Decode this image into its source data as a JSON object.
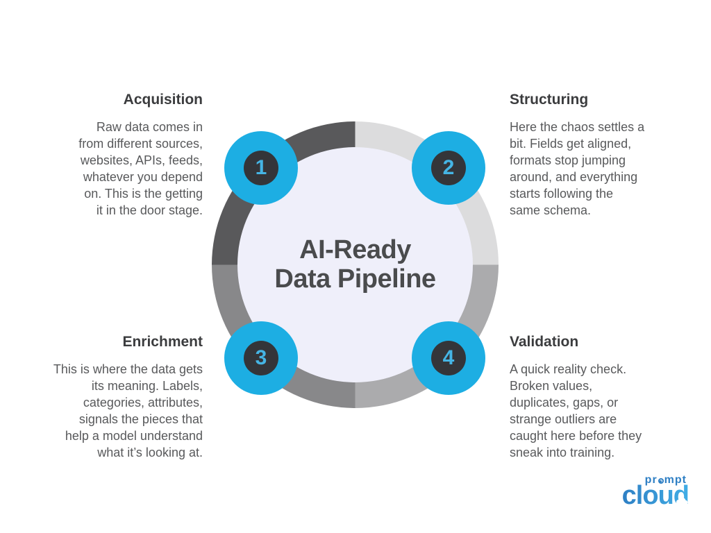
{
  "colors": {
    "accent_cyan": "#1daee3",
    "badge_inner": "#343539",
    "badge_number": "#45b5e5",
    "ring_top_left": "#59595b",
    "ring_top_right": "#dcdcdd",
    "ring_bottom_right": "#ababad",
    "ring_bottom_left": "#88888a",
    "center_fill": "#efeffa",
    "title_text": "#4a4b4d",
    "heading_text": "#3b3c3e",
    "body_text": "#58595b",
    "logo_blue_dark": "#2e7fc4",
    "logo_blue_light": "#41aee6",
    "bg": "#ffffff"
  },
  "diagram": {
    "title": "AI-Ready\nData Pipeline",
    "stages": [
      {
        "number": "1",
        "title": "Acquisition",
        "body": "Raw data comes in\nfrom different sources,\nwebsites, APIs, feeds,\nwhatever you depend\non. This is the getting\nit in the door stage."
      },
      {
        "number": "2",
        "title": "Structuring",
        "body": "Here the chaos settles a\nbit. Fields get aligned,\nformats stop jumping\naround, and everything\nstarts following the\nsame schema."
      },
      {
        "number": "3",
        "title": "Enrichment",
        "body": "This is where the data gets\nits meaning. Labels,\ncategories, attributes,\nsignals the pieces that\nhelp a model understand\nwhat it’s looking at."
      },
      {
        "number": "4",
        "title": "Validation",
        "body": "A quick reality check.\nBroken values,\nduplicates, gaps, or\nstrange outliers are\ncaught here before they\nsneak into training."
      }
    ]
  },
  "logo": {
    "prompt_pre": "pr",
    "prompt_post": "mpt",
    "cloud": "cloud"
  }
}
